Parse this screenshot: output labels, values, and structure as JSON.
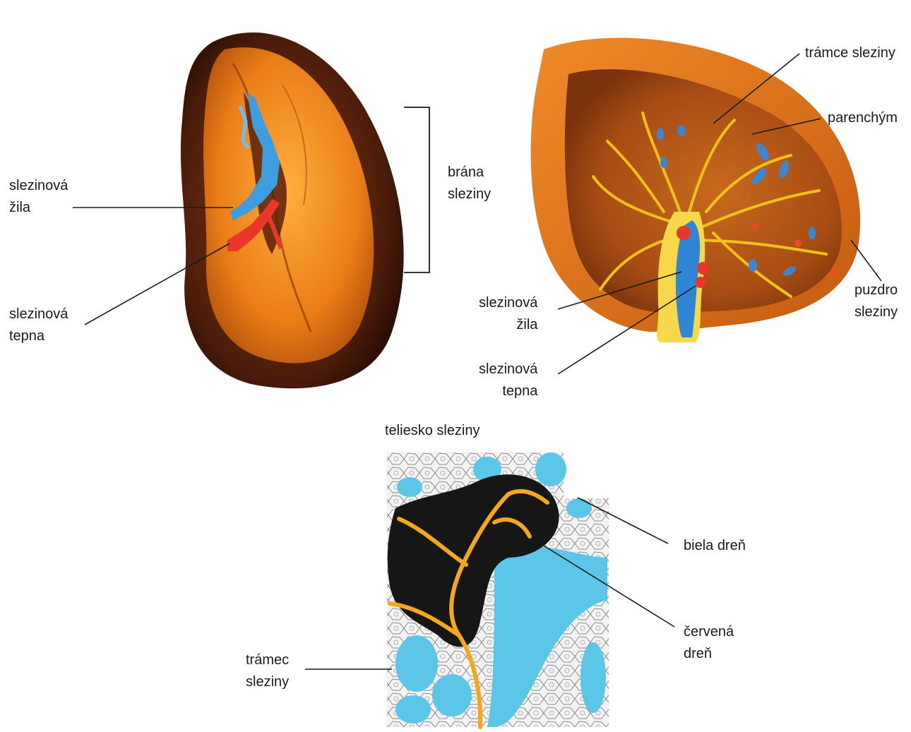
{
  "left_figure": {
    "vein_label": [
      "slezinová",
      "žila"
    ],
    "artery_label": [
      "slezinová",
      "tepna"
    ],
    "hilum_label": [
      "brána",
      "sleziny"
    ]
  },
  "right_figure": {
    "trabeculae_label": "trámce sleziny",
    "parenchyma_label": "parenchým",
    "capsule_label": [
      "puzdro",
      "sleziny"
    ],
    "vein_label": [
      "slezinová",
      "žila"
    ],
    "artery_label": [
      "slezinová",
      "tepna"
    ]
  },
  "bottom_figure": {
    "title": "teliesko sleziny",
    "white_pulp_label": "biela dreň",
    "red_pulp_label": [
      "červená",
      "dreň"
    ],
    "trabecula_label": [
      "trámec",
      "sleziny"
    ]
  },
  "colors": {
    "spleen_outer": "#4a1e0c",
    "spleen_surface": "#e8841c",
    "vein_blue": "#3c9ee0",
    "artery_red": "#e8382a",
    "trabecula_yellow": "#f2c21a",
    "pulp_blue": "#5cc6e8"
  }
}
